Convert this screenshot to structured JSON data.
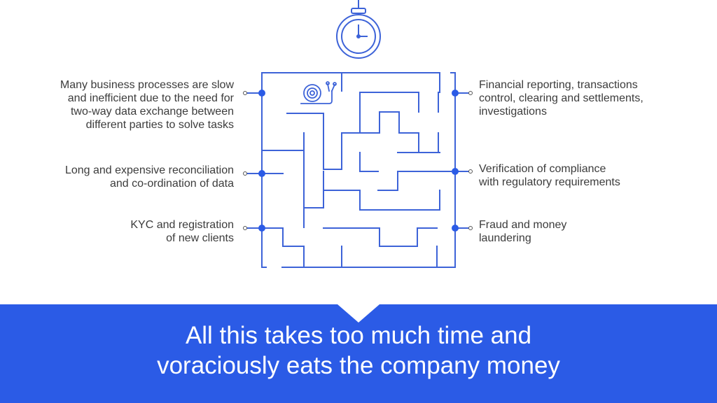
{
  "left_items": [
    {
      "text": "Many business processes are slow\nand inefficient due to the need for\ntwo-way data exchange between\ndifferent parties to solve tasks"
    },
    {
      "text": "Long and expensive reconciliation\nand co-ordination of data"
    },
    {
      "text": "KYC and registration\nof new clients"
    }
  ],
  "right_items": [
    {
      "text": "Financial reporting, transactions\ncontrol, clearing and settlements,\ninvestigations"
    },
    {
      "text": "Verification of compliance\nwith regulatory requirements"
    },
    {
      "text": "Fraud and money\nlaundering"
    }
  ],
  "banner": {
    "text": "All this takes too much time and\nvoraciously eats the company money"
  },
  "icons": [
    "stopwatch-icon",
    "snail-icon"
  ],
  "colors": {
    "accent": "#2b5be6",
    "maze_line": "#3d63d8",
    "text": "#3c3c3c",
    "banner_text": "#ffffff"
  }
}
